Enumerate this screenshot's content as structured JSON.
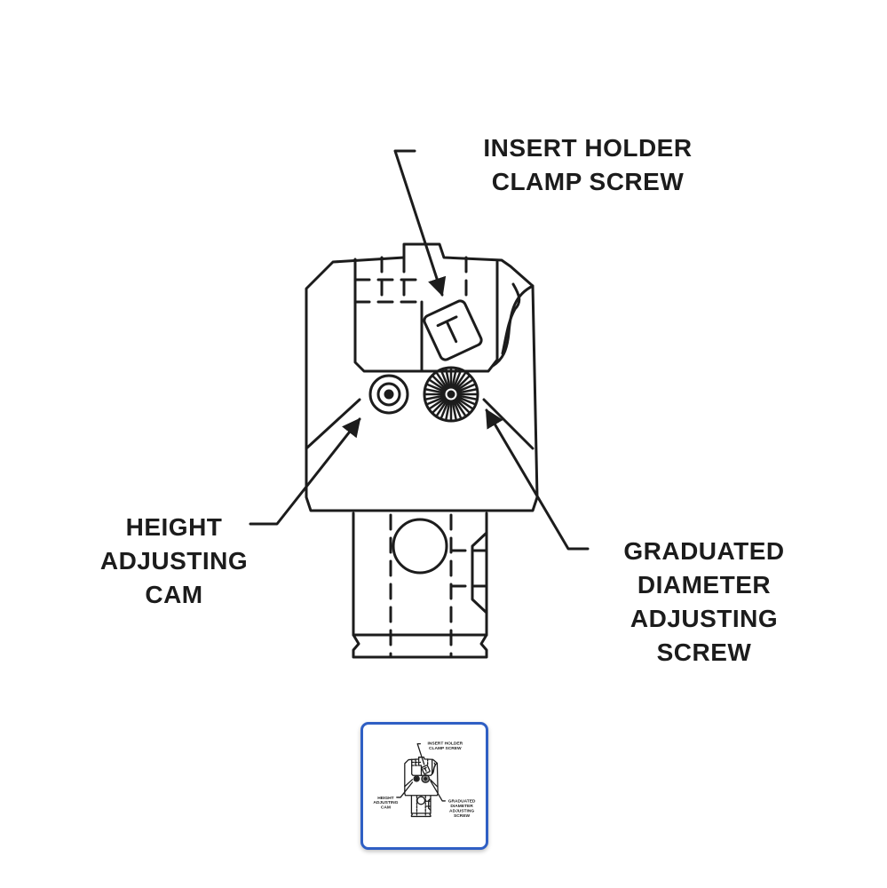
{
  "diagram": {
    "labels": {
      "insert_holder_clamp_screw": [
        "INSERT HOLDER",
        "CLAMP SCREW"
      ],
      "height_adjusting_cam": [
        "HEIGHT",
        "ADJUSTING",
        "CAM"
      ],
      "graduated_diameter_adjusting_screw": [
        "GRADUATED",
        "DIAMETER",
        "ADJUSTING",
        "SCREW"
      ]
    }
  },
  "thumbnail": {
    "selected": true,
    "accent_color": "#2f5fc4"
  }
}
